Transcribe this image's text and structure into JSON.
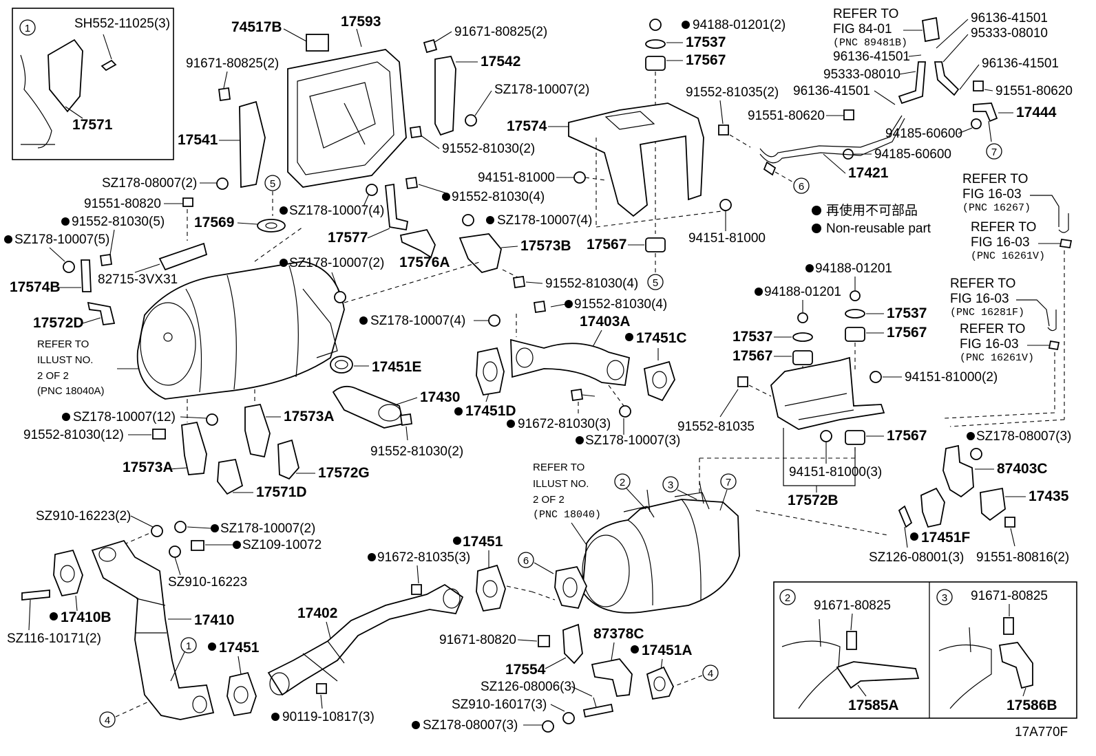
{
  "labels": {
    "inset1_num": "1",
    "sh552": "SH552-11025(3)",
    "p17571": "17571",
    "p74517b": "74517B",
    "p17593": "17593",
    "p91671_80825_2a": "91671-80825(2)",
    "p91671_80825_2b": "91671-80825(2)",
    "p17542": "17542",
    "sz178_10007_2a": "SZ178-10007(2)",
    "p91552_81030_2": "91552-81030(2)",
    "p17541": "17541",
    "sz178_08007_2": "SZ178-08007(2)",
    "c5a": "5",
    "p91551_80820": "91551-80820",
    "p91552_81030_5": "91552-81030(5)",
    "sz178_10007_5": "SZ178-10007(5)",
    "p17569": "17569",
    "sz178_10007_4a": "SZ178-10007(4)",
    "p91552_81030_4a": "91552-81030(4)",
    "p17577": "17577",
    "sz178_10007_4b": "SZ178-10007(4)",
    "p17573b": "17573B",
    "p17576a": "17576A",
    "p82715": "82715-3VX31",
    "sz178_10007_2b": "SZ178-10007(2)",
    "p17574b": "17574B",
    "p91552_81030_4b": "91552-81030(4)",
    "p17572d": "17572D",
    "refer_illust_1": "REFER TO",
    "refer_illust_2": "ILLUST NO.",
    "refer_illust_3": "2 OF 2",
    "refer_illust_4": "(PNC 18040A)",
    "sz178_10007_4c": "SZ178-10007(4)",
    "p91552_81030_4c": "91552-81030(4)",
    "p17403a": "17403A",
    "p17451e": "17451E",
    "p17430": "17430",
    "p17451c": "17451C",
    "sz178_10007_12": "SZ178-10007(12)",
    "p17451d": "17451D",
    "p91552_81030_12": "91552-81030(12)",
    "p91552_81030_2b": "91552-81030(2)",
    "p91672_81030_3": "91672-81030(3)",
    "sz178_10007_3": "SZ178-10007(3)",
    "p17573a_1": "17573A",
    "p17573a_2": "17573A",
    "p17572g": "17572G",
    "p17571d": "17571D",
    "p94188_01201_2": "94188-01201(2)",
    "p17537_top": "17537",
    "p17567_top": "17567",
    "p91552_81035_2": "91552-81035(2)",
    "p17574": "17574",
    "p94151_81000_a": "94151-81000",
    "p94151_81000_b": "94151-81000",
    "p17567_mid": "17567",
    "c5b": "5",
    "ref84_1": "REFER TO",
    "ref84_2": "FIG 84-01",
    "ref84_3": "(PNC 89481B)",
    "p96136_41501_a": "96136-41501",
    "p95333_08010_a": "95333-08010",
    "p96136_41501_b": "96136-41501",
    "p95333_08010_b": "95333-08010",
    "p96136_41501_c": "96136-41501",
    "p96136_41501_d": "96136-41501",
    "p91551_80620_a": "91551-80620",
    "p91551_80620_b": "91551-80620",
    "p17444": "17444",
    "p94185_60600_a": "94185-60600",
    "p94185_60600_b": "94185-60600",
    "c7a": "7",
    "p17421": "17421",
    "c6a": "6",
    "legend_jp": "再使用不可部品",
    "legend_en": "Non-reusable part",
    "ref1603_1a": "REFER TO",
    "ref1603_1b": "FIG 16-03",
    "ref1603_1c": "(PNC 16267)",
    "ref1603_2a": "REFER TO",
    "ref1603_2b": "FIG 16-03",
    "ref1603_2c": "(PNC 16261V)",
    "ref1603_3a": "REFER TO",
    "ref1603_3b": "FIG 16-03",
    "ref1603_3c": "(PNC 16281F)",
    "ref1603_4a": "REFER TO",
    "ref1603_4b": "FIG 16-03",
    "ref1603_4c": "(PNC 16261V)",
    "p94188_01201_a": "94188-01201",
    "p94188_01201_b": "94188-01201",
    "p17537_b": "17537",
    "p17537_c": "17537",
    "p17567_b": "17567",
    "p17567_c": "17567",
    "p94151_81000_2": "94151-81000(2)",
    "p91552_81035": "91552-81035",
    "p17567_d": "17567",
    "p94151_81000_3": "94151-81000(3)",
    "p17572b": "17572B",
    "sz178_08007_3a": "SZ178-08007(3)",
    "p87403c": "87403C",
    "p17435": "17435",
    "p17451f": "17451F",
    "sz126_08001": "SZ126-08001(3)",
    "p91551_80816": "91551-80816(2)",
    "refer2_1": "REFER TO",
    "refer2_2": "ILLUST NO.",
    "refer2_3": "2 OF 2",
    "refer2_4": "(PNC 18040)",
    "c2a": "2",
    "c3a": "3",
    "c7b": "7",
    "c6b": "6",
    "sz910_16223_2": "SZ910-16223(2)",
    "sz178_10007_2c": "SZ178-10007(2)",
    "sz109_10072": "SZ109-10072",
    "sz910_16223": "SZ910-16223",
    "p17410b": "17410B",
    "p17410": "17410",
    "sz116_10171": "SZ116-10171(2)",
    "c1b": "1",
    "p17451_a": "17451",
    "c4a": "4",
    "p17451_b": "17451",
    "p91672_81035": "91672-81035(3)",
    "p17402": "17402",
    "p90119_10817": "90119-10817(3)",
    "p91671_80820": "91671-80820",
    "p17554": "17554",
    "p87378c": "87378C",
    "p17451a": "17451A",
    "c4b": "4",
    "sz126_08006": "SZ126-08006(3)",
    "sz910_16017": "SZ910-16017(3)",
    "sz178_08007_3b": "SZ178-08007(3)",
    "inset2_num": "2",
    "inset2_part": "91671-80825",
    "p17585a": "17585A",
    "inset3_num": "3",
    "inset3_part": "91671-80825",
    "p17586b": "17586B",
    "fig_code": "17A770F"
  }
}
